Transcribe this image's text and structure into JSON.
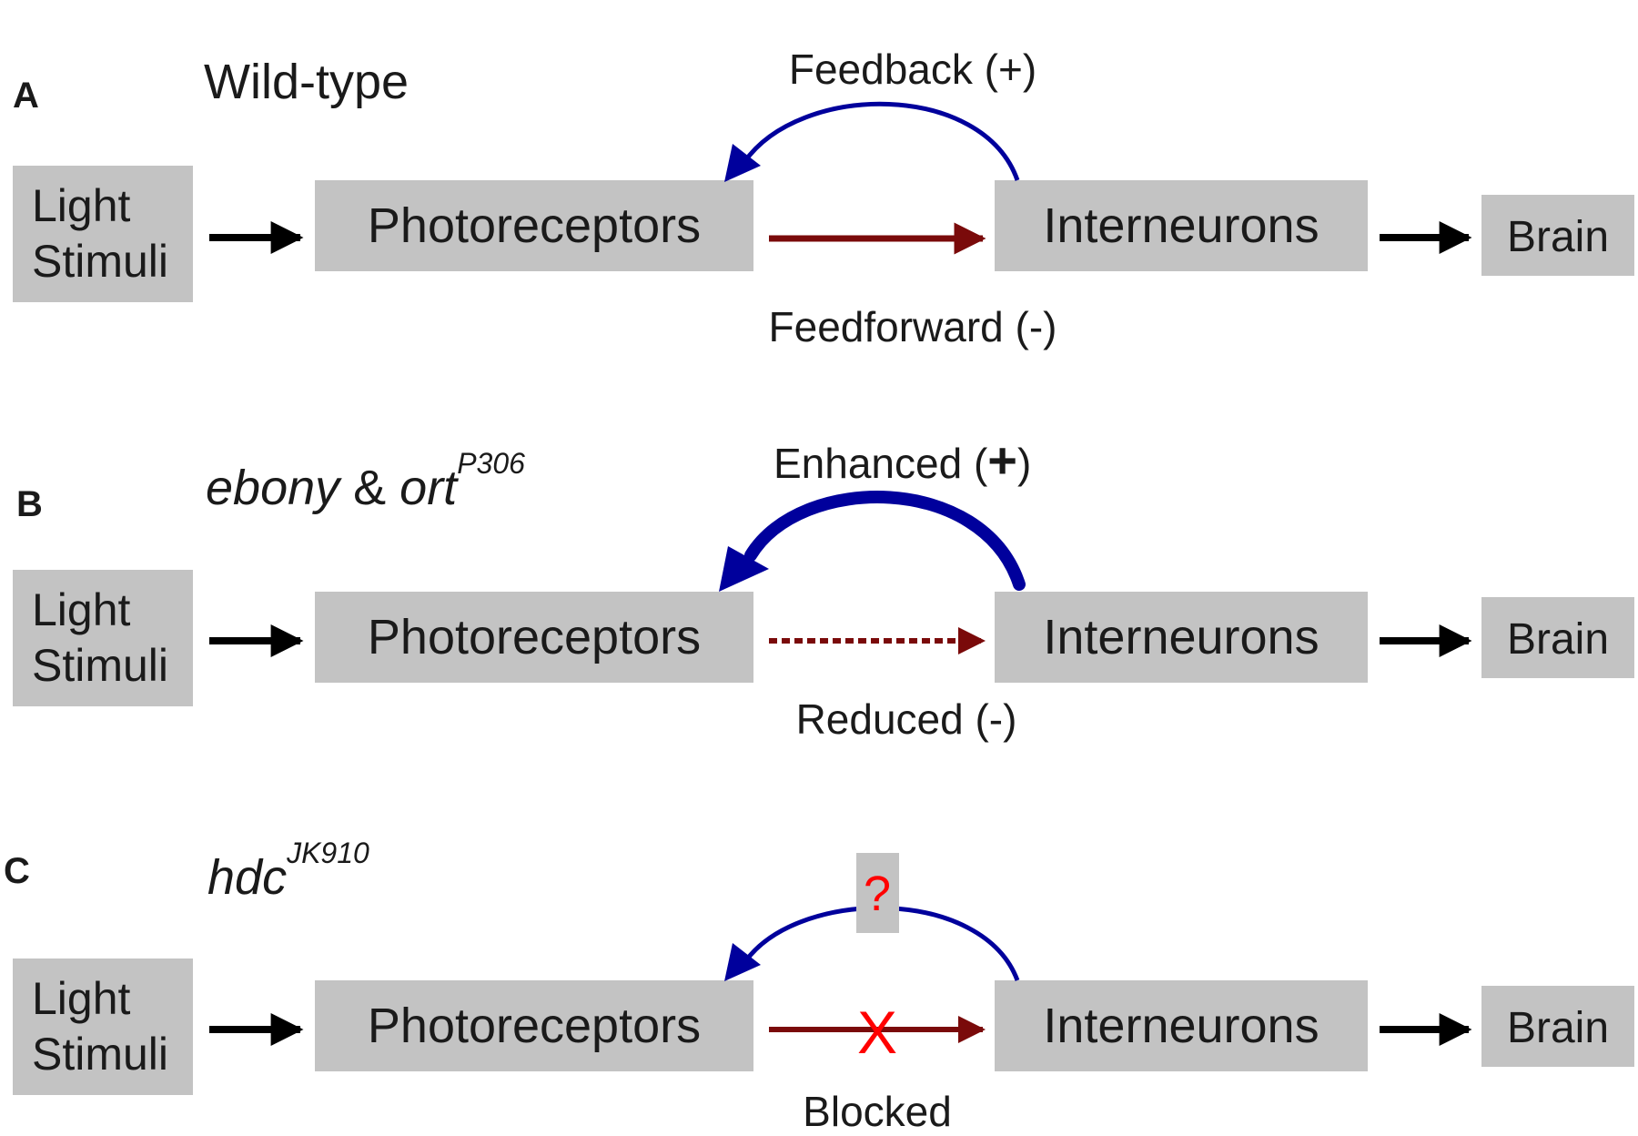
{
  "colors": {
    "box_fill": "#c3c3c3",
    "text": "#1a1a1a",
    "arrow_black": "#000000",
    "feedback_blue": "#00009c",
    "feedforward_red": "#7a0a0a",
    "mark_red": "#ff0000"
  },
  "panels": [
    {
      "letter": "A",
      "title": "Wild-type",
      "nodes": {
        "light_line1": "Light",
        "light_line2": "Stimuli",
        "photoreceptors": "Photoreceptors",
        "interneurons": "Interneurons",
        "brain": "Brain"
      },
      "feedback_label": "Feedback (+)",
      "feedforward_label": "Feedforward (-)",
      "feedback_style": "normal",
      "feedforward_style": "solid"
    },
    {
      "letter": "B",
      "title_part1": "ebony",
      "title_amp": " & ",
      "title_part2": "ort",
      "title_sup": "P306",
      "nodes": {
        "light_line1": "Light",
        "light_line2": "Stimuli",
        "photoreceptors": "Photoreceptors",
        "interneurons": "Interneurons",
        "brain": "Brain"
      },
      "feedback_label_text": "Enhanced (",
      "feedback_label_sign": "+",
      "feedback_label_close": ")",
      "feedforward_label": "Reduced (-)",
      "feedback_style": "thick",
      "feedforward_style": "dashed"
    },
    {
      "letter": "C",
      "title_part1": "hdc",
      "title_sup": "JK910",
      "nodes": {
        "light_line1": "Light",
        "light_line2": "Stimuli",
        "photoreceptors": "Photoreceptors",
        "interneurons": "Interneurons",
        "brain": "Brain"
      },
      "question_mark": "?",
      "blocked_mark": "X",
      "feedforward_label": "Blocked",
      "feedback_style": "uncertain",
      "feedforward_style": "blocked"
    }
  ]
}
